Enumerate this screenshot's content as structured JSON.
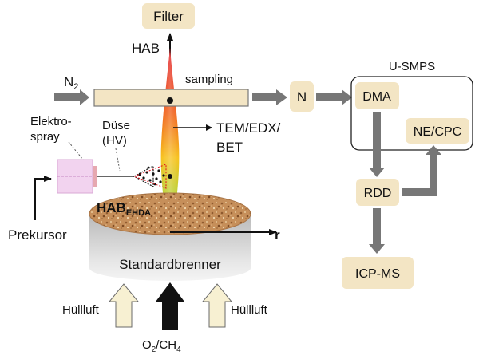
{
  "labels": {
    "filter": "Filter",
    "hab": "HAB",
    "n2": "N",
    "n2_sub": "2",
    "sampling": "sampling",
    "n_box": "N",
    "usmps": "U-SMPS",
    "dma": "DMA",
    "ne_cpc": "NE/CPC",
    "rdd": "RDD",
    "icp_ms": "ICP-MS",
    "elektro_line1": "Elektro-",
    "elektro_line2": "spray",
    "duese_line1": "Düse",
    "duese_line2": "(HV)",
    "tem_line1": "TEM/EDX/",
    "tem_line2": "BET",
    "hab_ehda_main": "HAB",
    "hab_ehda_sub": "EHDA",
    "r_axis": "r",
    "prekursor": "Prekursor",
    "burner": "Standardbrenner",
    "huellluft_left": "Hüllluft",
    "huellluft_right": "Hüllluft",
    "o2": "O",
    "o2_sub": "2",
    "ch4": "/CH",
    "ch4_sub": "4"
  },
  "colors": {
    "box_fill": "#f3e5c4",
    "tube_fill": "#f3e5c4",
    "arrow_gray": "#777777",
    "arrow_cream": "#f7f0d2",
    "burner_top": "#c9915e",
    "burner_body": "#cdcdcd",
    "spray_box": "#f2d3ef",
    "flame_red": "#e0101a"
  }
}
